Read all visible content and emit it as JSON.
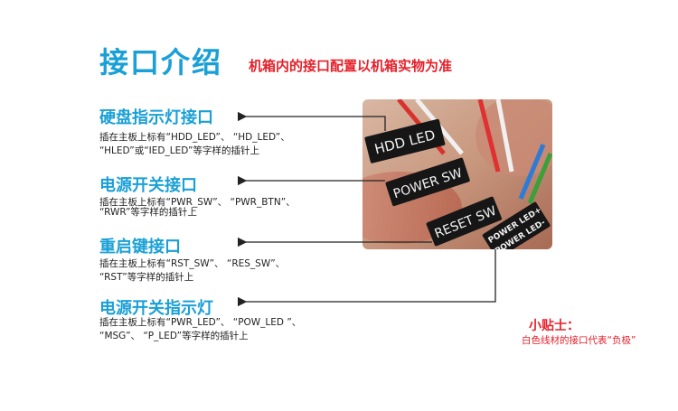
{
  "header": {
    "title": "接口介绍",
    "subtitle": "机箱内的接口配置以机箱实物为准"
  },
  "items": [
    {
      "title": "硬盘指示灯接口",
      "line1": "插在主板上标有“HDD_LED”、 “HD_LED”、",
      "line2": "“HLED”或“IED_LED”等字样的插针上"
    },
    {
      "title": "电源开关接口",
      "line1": "插在主板上标有“PWR_SW”、 “PWR_BTN”、",
      "line2": "“RWR”等字样的插针上"
    },
    {
      "title": "重启键接口",
      "line1": "插在主板上标有“RST_SW”、 “RES_SW”、",
      "line2": "“RST”等字样的插针上"
    },
    {
      "title": "电源开关指示灯",
      "line1": "插在主板上标有“PWR_LED”、 “POW_LED ”、",
      "line2": "“MSG”、 “P_LED”等字样的插针上"
    }
  ],
  "photo": {
    "label_hdd": "HDD LED",
    "label_power": "POWER SW",
    "label_reset": "RESET SW",
    "label_pled_plus": "POWER LED+",
    "label_pled_minus": "POWER LED-"
  },
  "tip": {
    "title": "小贴士：",
    "text": "白色线材的接口代表“负极”"
  },
  "colors": {
    "accent_blue": "#1aa0d6",
    "accent_red": "#e6202a"
  }
}
